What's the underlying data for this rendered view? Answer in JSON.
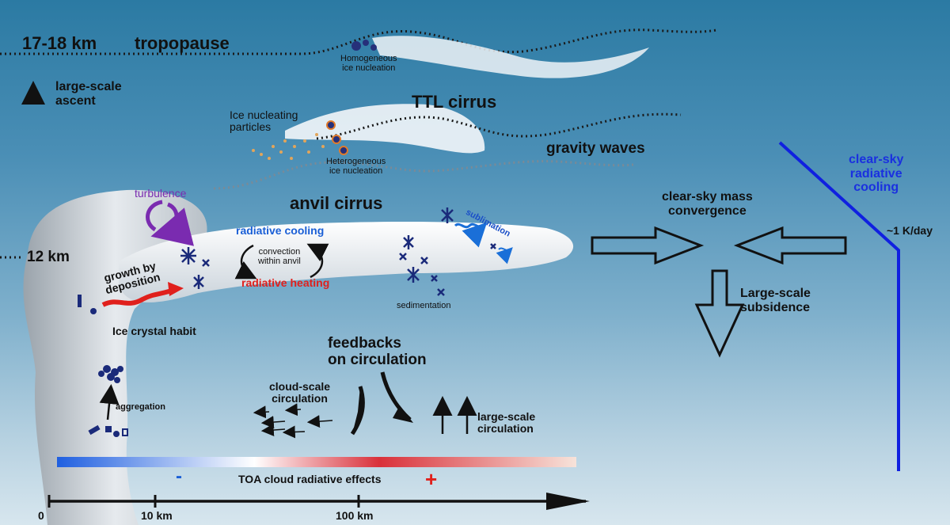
{
  "labels": {
    "tropopause_height": "17-18 km",
    "tropopause": "tropopause",
    "homogeneous": "Homogeneous\nice nucleation",
    "large_scale_ascent": "large-scale\nascent",
    "ttl_cirrus": "TTL cirrus",
    "ice_nucleating": "Ice nucleating\nparticles",
    "heterogeneous": "Heterogeneous\nice nucleation",
    "gravity_waves": "gravity waves",
    "clear_sky_cooling": "clear-sky\nradiative\ncooling",
    "turbulence": "turbulence",
    "anvil_cirrus": "anvil cirrus",
    "sublimation": "sublimation",
    "clear_sky_convergence": "clear-sky mass\nconvergence",
    "one_k_day": "~1 K/day",
    "radiative_cooling": "radiative cooling",
    "convection_within_anvil": "convection\nwithin anvil",
    "radiative_heating": "radiative heating",
    "twelve_km": "12 km",
    "growth_by_deposition": "growth by\ndeposition",
    "sedimentation": "sedimentation",
    "large_scale_subsidence": "Large-scale\nsubsidence",
    "ice_crystal_habit": "Ice crystal habit",
    "feedbacks": "feedbacks\non circulation",
    "cloud_scale_circulation": "cloud-scale\ncirculation",
    "large_scale_circulation": "large-scale\ncirculation",
    "aggregation": "aggregation",
    "minus": "-",
    "toa_effects": "TOA cloud radiative effects",
    "plus": "+",
    "scale_0": "0",
    "scale_10": "10 km",
    "scale_100": "100 km"
  },
  "colors": {
    "cooling_blue": "#1a5fd6",
    "heating_red": "#e0201c",
    "clear_sky_line": "#1020e0",
    "turbulence_purple": "#7a2bb0",
    "crystal_navy": "#1a2a7a",
    "sublimation_blue": "#1a6fd8"
  }
}
